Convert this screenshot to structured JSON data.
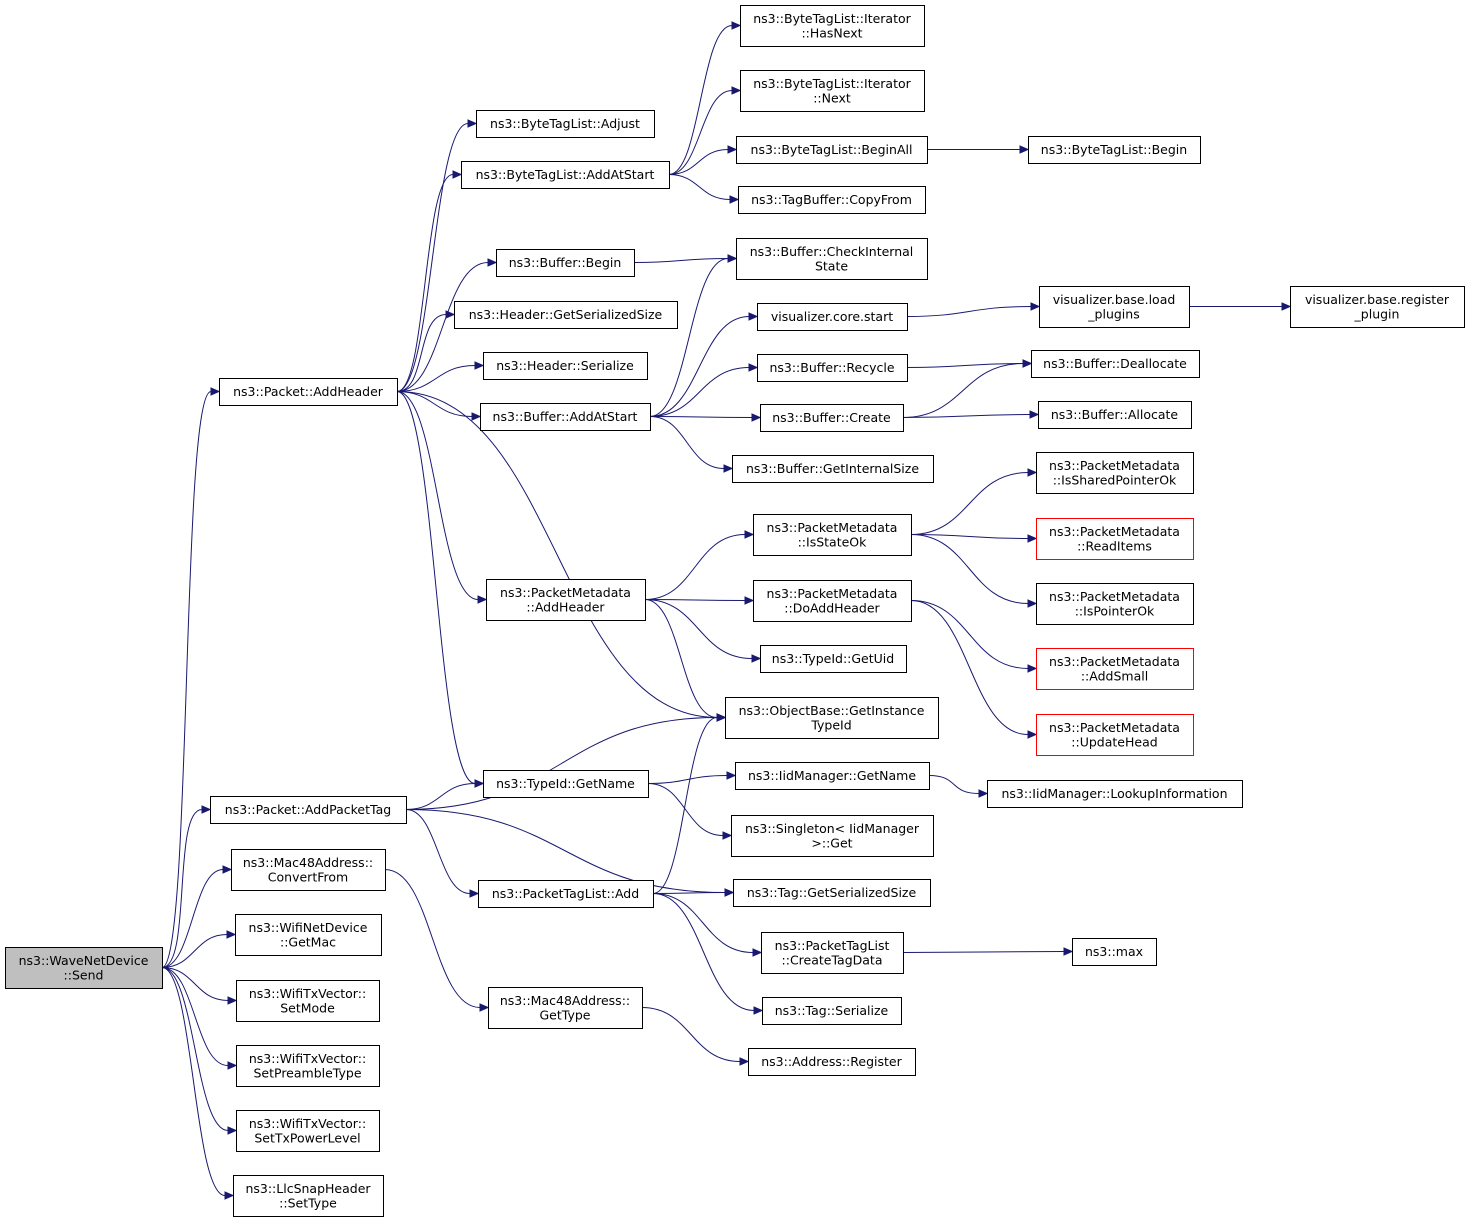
{
  "colors": {
    "edge": "#191970",
    "node_border": "#000000",
    "node_border_incomplete": "#ff0000",
    "root_fill": "#bfbfbf",
    "node_fill": "#ffffff"
  },
  "nodes": [
    {
      "id": "send",
      "lines": [
        "ns3::WaveNetDevice",
        "::Send"
      ],
      "style": "root"
    },
    {
      "id": "addheader",
      "lines": [
        "ns3::Packet::AddHeader"
      ]
    },
    {
      "id": "addpackettag",
      "lines": [
        "ns3::Packet::AddPacketTag"
      ]
    },
    {
      "id": "mac_convertfrom",
      "lines": [
        "ns3::Mac48Address::",
        "ConvertFrom"
      ]
    },
    {
      "id": "wifi_getmac",
      "lines": [
        "ns3::WifiNetDevice",
        "::GetMac"
      ]
    },
    {
      "id": "setmode",
      "lines": [
        "ns3::WifiTxVector::",
        "SetMode"
      ]
    },
    {
      "id": "setpreamble",
      "lines": [
        "ns3::WifiTxVector::",
        "SetPreambleType"
      ]
    },
    {
      "id": "settxpower",
      "lines": [
        "ns3::WifiTxVector::",
        "SetTxPowerLevel"
      ]
    },
    {
      "id": "llc_settype",
      "lines": [
        "ns3::LlcSnapHeader",
        "::SetType"
      ]
    },
    {
      "id": "btl_adjust",
      "lines": [
        "ns3::ByteTagList::Adjust"
      ]
    },
    {
      "id": "btl_addatstart",
      "lines": [
        "ns3::ByteTagList::AddAtStart"
      ]
    },
    {
      "id": "buf_begin",
      "lines": [
        "ns3::Buffer::Begin"
      ]
    },
    {
      "id": "hdr_getsersize",
      "lines": [
        "ns3::Header::GetSerializedSize"
      ]
    },
    {
      "id": "hdr_serialize",
      "lines": [
        "ns3::Header::Serialize"
      ]
    },
    {
      "id": "buf_addatstart",
      "lines": [
        "ns3::Buffer::AddAtStart"
      ]
    },
    {
      "id": "pm_addheader",
      "lines": [
        "ns3::PacketMetadata",
        "::AddHeader"
      ]
    },
    {
      "id": "typeid_getname",
      "lines": [
        "ns3::TypeId::GetName"
      ]
    },
    {
      "id": "ptl_add",
      "lines": [
        "ns3::PacketTagList::Add"
      ]
    },
    {
      "id": "mac_gettype",
      "lines": [
        "ns3::Mac48Address::",
        "GetType"
      ]
    },
    {
      "id": "btl_it_hasnext",
      "lines": [
        "ns3::ByteTagList::Iterator",
        "::HasNext"
      ]
    },
    {
      "id": "btl_it_next",
      "lines": [
        "ns3::ByteTagList::Iterator",
        "::Next"
      ]
    },
    {
      "id": "btl_beginall",
      "lines": [
        "ns3::ByteTagList::BeginAll"
      ]
    },
    {
      "id": "tagbuf_copyfrom",
      "lines": [
        "ns3::TagBuffer::CopyFrom"
      ]
    },
    {
      "id": "buf_checkinternal",
      "lines": [
        "ns3::Buffer::CheckInternal",
        "State"
      ]
    },
    {
      "id": "vis_core_start",
      "lines": [
        "visualizer.core.start"
      ]
    },
    {
      "id": "buf_recycle",
      "lines": [
        "ns3::Buffer::Recycle"
      ]
    },
    {
      "id": "buf_create",
      "lines": [
        "ns3::Buffer::Create"
      ]
    },
    {
      "id": "buf_getinternalsize",
      "lines": [
        "ns3::Buffer::GetInternalSize"
      ]
    },
    {
      "id": "pm_isstateok",
      "lines": [
        "ns3::PacketMetadata",
        "::IsStateOk"
      ]
    },
    {
      "id": "pm_doaddheader",
      "lines": [
        "ns3::PacketMetadata",
        "::DoAddHeader"
      ]
    },
    {
      "id": "typeid_getuid",
      "lines": [
        "ns3::TypeId::GetUid"
      ]
    },
    {
      "id": "objbase_getinstancetypeid",
      "lines": [
        "ns3::ObjectBase::GetInstance",
        "TypeId"
      ]
    },
    {
      "id": "iid_getname",
      "lines": [
        "ns3::IidManager::GetName"
      ]
    },
    {
      "id": "singleton_get",
      "lines": [
        "ns3::Singleton< IidManager",
        " >::Get"
      ]
    },
    {
      "id": "tag_getsersize",
      "lines": [
        "ns3::Tag::GetSerializedSize"
      ]
    },
    {
      "id": "ptl_createtagdata",
      "lines": [
        "ns3::PacketTagList",
        "::CreateTagData"
      ]
    },
    {
      "id": "tag_serialize",
      "lines": [
        "ns3::Tag::Serialize"
      ]
    },
    {
      "id": "addr_register",
      "lines": [
        "ns3::Address::Register"
      ]
    },
    {
      "id": "btl_begin",
      "lines": [
        "ns3::ByteTagList::Begin"
      ]
    },
    {
      "id": "vis_base_loadplugins",
      "lines": [
        "visualizer.base.load",
        "_plugins"
      ]
    },
    {
      "id": "buf_deallocate",
      "lines": [
        "ns3::Buffer::Deallocate"
      ]
    },
    {
      "id": "buf_allocate",
      "lines": [
        "ns3::Buffer::Allocate"
      ]
    },
    {
      "id": "pm_issharedpointerok",
      "lines": [
        "ns3::PacketMetadata",
        "::IsSharedPointerOk"
      ]
    },
    {
      "id": "pm_readitems",
      "lines": [
        "ns3::PacketMetadata",
        "::ReadItems"
      ],
      "style": "red"
    },
    {
      "id": "pm_ispointerok",
      "lines": [
        "ns3::PacketMetadata",
        "::IsPointerOk"
      ]
    },
    {
      "id": "pm_addsmall",
      "lines": [
        "ns3::PacketMetadata",
        "::AddSmall"
      ],
      "style": "red"
    },
    {
      "id": "pm_updatehead",
      "lines": [
        "ns3::PacketMetadata",
        "::UpdateHead"
      ],
      "style": "red"
    },
    {
      "id": "iid_lookupinfo",
      "lines": [
        "ns3::IidManager::LookupInformation"
      ]
    },
    {
      "id": "ns3_max",
      "lines": [
        "ns3::max"
      ]
    },
    {
      "id": "vis_base_registerplugin",
      "lines": [
        "visualizer.base.register",
        "_plugin"
      ]
    }
  ],
  "edges": [
    [
      "send",
      "addheader"
    ],
    [
      "send",
      "addpackettag"
    ],
    [
      "send",
      "mac_convertfrom"
    ],
    [
      "send",
      "wifi_getmac"
    ],
    [
      "send",
      "setmode"
    ],
    [
      "send",
      "setpreamble"
    ],
    [
      "send",
      "settxpower"
    ],
    [
      "send",
      "llc_settype"
    ],
    [
      "addheader",
      "btl_adjust"
    ],
    [
      "addheader",
      "btl_addatstart"
    ],
    [
      "addheader",
      "buf_begin"
    ],
    [
      "addheader",
      "hdr_getsersize"
    ],
    [
      "addheader",
      "hdr_serialize"
    ],
    [
      "addheader",
      "buf_addatstart"
    ],
    [
      "addheader",
      "pm_addheader"
    ],
    [
      "addheader",
      "typeid_getname"
    ],
    [
      "addheader",
      "objbase_getinstancetypeid"
    ],
    [
      "addpackettag",
      "objbase_getinstancetypeid"
    ],
    [
      "addpackettag",
      "typeid_getname"
    ],
    [
      "addpackettag",
      "ptl_add"
    ],
    [
      "addpackettag",
      "tag_getsersize"
    ],
    [
      "mac_convertfrom",
      "mac_gettype"
    ],
    [
      "btl_addatstart",
      "btl_it_hasnext"
    ],
    [
      "btl_addatstart",
      "btl_it_next"
    ],
    [
      "btl_addatstart",
      "btl_beginall"
    ],
    [
      "btl_addatstart",
      "tagbuf_copyfrom"
    ],
    [
      "buf_begin",
      "buf_checkinternal"
    ],
    [
      "buf_addatstart",
      "buf_checkinternal"
    ],
    [
      "buf_addatstart",
      "vis_core_start"
    ],
    [
      "buf_addatstart",
      "buf_recycle"
    ],
    [
      "buf_addatstart",
      "buf_create"
    ],
    [
      "buf_addatstart",
      "buf_getinternalsize"
    ],
    [
      "pm_addheader",
      "pm_isstateok"
    ],
    [
      "pm_addheader",
      "pm_doaddheader"
    ],
    [
      "pm_addheader",
      "typeid_getuid"
    ],
    [
      "pm_addheader",
      "objbase_getinstancetypeid"
    ],
    [
      "typeid_getname",
      "iid_getname"
    ],
    [
      "typeid_getname",
      "singleton_get"
    ],
    [
      "ptl_add",
      "objbase_getinstancetypeid"
    ],
    [
      "ptl_add",
      "tag_getsersize"
    ],
    [
      "ptl_add",
      "ptl_createtagdata"
    ],
    [
      "ptl_add",
      "tag_serialize"
    ],
    [
      "mac_gettype",
      "addr_register"
    ],
    [
      "btl_beginall",
      "btl_begin"
    ],
    [
      "vis_core_start",
      "vis_base_loadplugins"
    ],
    [
      "vis_base_loadplugins",
      "vis_base_registerplugin"
    ],
    [
      "buf_recycle",
      "buf_deallocate"
    ],
    [
      "buf_create",
      "buf_deallocate"
    ],
    [
      "buf_create",
      "buf_allocate"
    ],
    [
      "pm_isstateok",
      "pm_issharedpointerok"
    ],
    [
      "pm_isstateok",
      "pm_readitems"
    ],
    [
      "pm_isstateok",
      "pm_ispointerok"
    ],
    [
      "pm_doaddheader",
      "pm_addsmall"
    ],
    [
      "pm_doaddheader",
      "pm_updatehead"
    ],
    [
      "iid_getname",
      "iid_lookupinfo"
    ],
    [
      "ptl_createtagdata",
      "ns3_max"
    ]
  ]
}
